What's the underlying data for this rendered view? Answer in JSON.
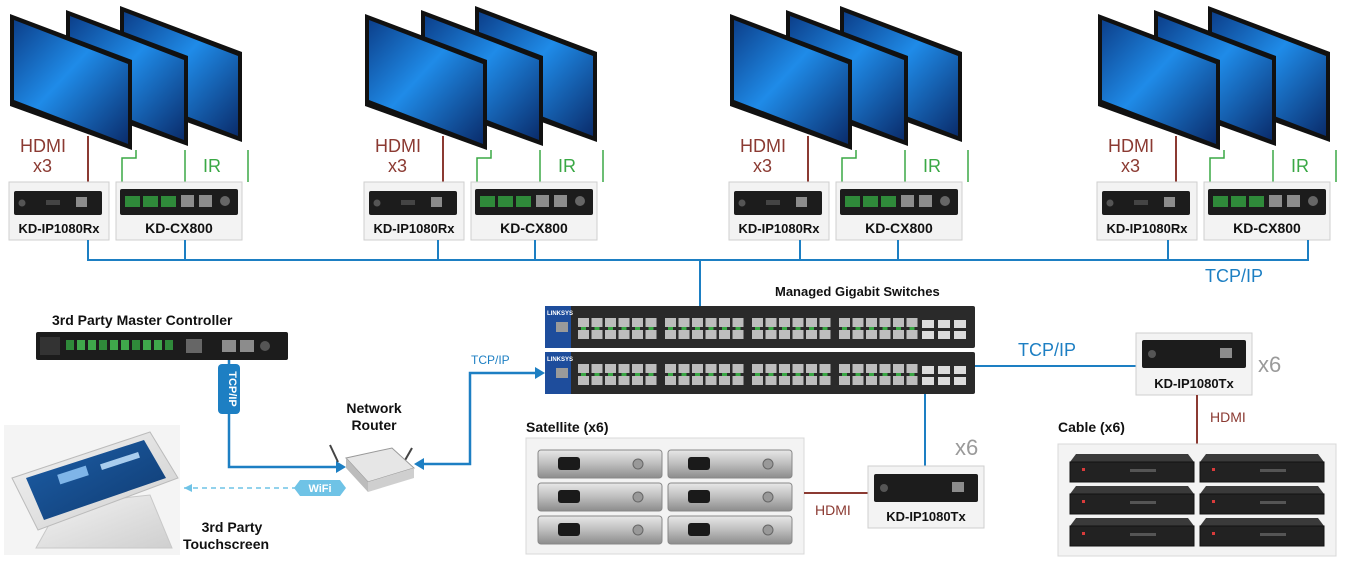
{
  "colors": {
    "hdmi": "#8b3a32",
    "ir": "#3aa845",
    "tcpip": "#1d7fc3",
    "wifi": "#6fc3e6",
    "device_dark": "#1c1c1c",
    "switch_blue": "#1e4d9c"
  },
  "zones": [
    {
      "hdmi_label": "HDMI",
      "hdmi_count": "x3",
      "ir_label": "IR",
      "rx_label": "KD-IP1080Rx",
      "cx_label": "KD-CX800"
    },
    {
      "hdmi_label": "HDMI",
      "hdmi_count": "x3",
      "ir_label": "IR",
      "rx_label": "KD-IP1080Rx",
      "cx_label": "KD-CX800"
    },
    {
      "hdmi_label": "HDMI",
      "hdmi_count": "x3",
      "ir_label": "IR",
      "rx_label": "KD-IP1080Rx",
      "cx_label": "KD-CX800"
    },
    {
      "hdmi_label": "HDMI",
      "hdmi_count": "x3",
      "ir_label": "IR",
      "rx_label": "KD-IP1080Rx",
      "cx_label": "KD-CX800"
    }
  ],
  "tcpip_top": "TCP/IP",
  "switches": {
    "title": "Managed Gigabit Switches",
    "brand": "LINKSYS"
  },
  "controller": {
    "title": "3rd Party Master Controller",
    "cable_label": "TCP/IP"
  },
  "router": {
    "line1": "Network",
    "line2": "Router",
    "link_label": "TCP/IP"
  },
  "touchscreen": {
    "line1": "3rd Party",
    "line2": "Touchscreen",
    "wifi_label": "WiFi"
  },
  "satellite": {
    "title": "Satellite (x6)",
    "hdmi_label": "HDMI",
    "tx_label": "KD-IP1080Tx",
    "count": "x6"
  },
  "cable": {
    "title": "Cable (x6)",
    "hdmi_label": "HDMI",
    "tx_label": "KD-IP1080Tx",
    "count": "x6",
    "tcpip_label": "TCP/IP"
  }
}
